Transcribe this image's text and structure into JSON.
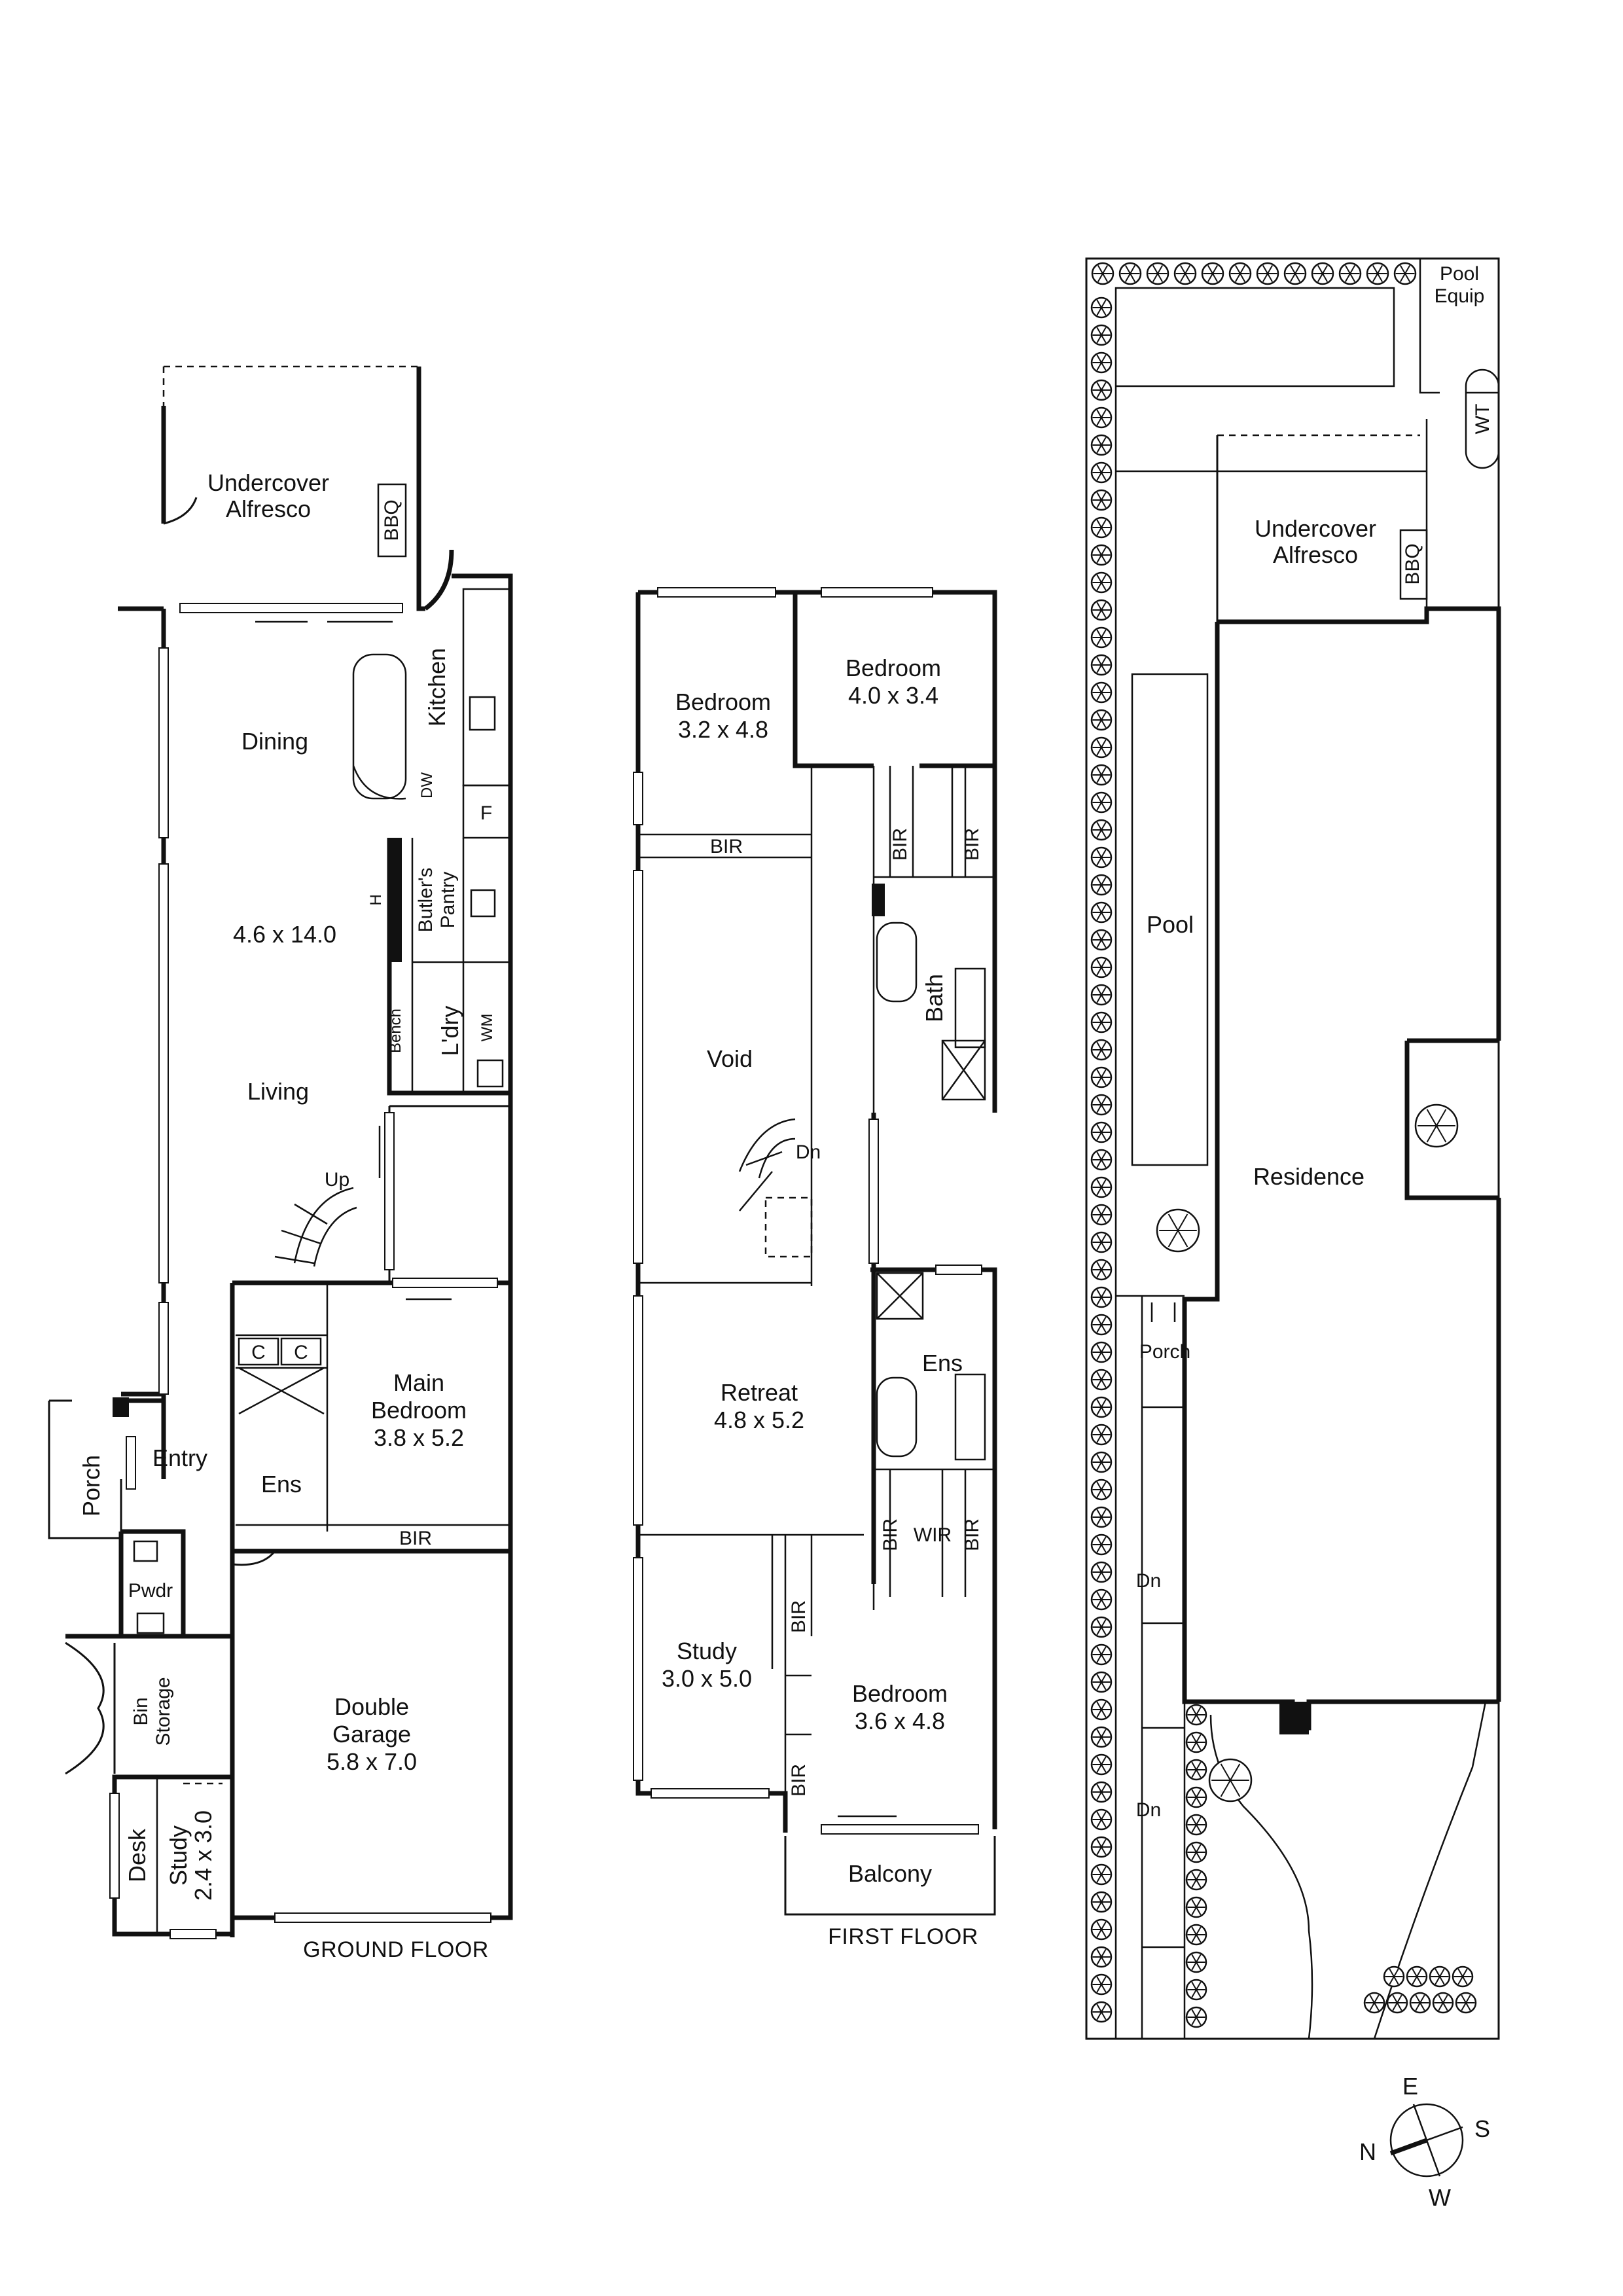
{
  "ground_floor": {
    "caption": "GROUND FLOOR",
    "rooms": {
      "undercover_alfresco": "Undercover\nAlfresco",
      "bbq": "BBQ",
      "kitchen": "Kitchen",
      "dining": "Dining",
      "dw": "DW",
      "fridge": "F",
      "butlers_pantry": "Butler's\nPantry",
      "heater": "H",
      "living_dims": "4.6 x 14.0",
      "laundry": "L'dry",
      "bench": "Bench",
      "wm": "WM",
      "living": "Living",
      "up": "Up",
      "main_bedroom": "Main\nBedroom\n3.8 x 5.2",
      "closet_c1": "C",
      "closet_c2": "C",
      "ens": "Ens",
      "bir": "BIR",
      "porch": "Porch",
      "entry": "Entry",
      "pwdr": "Pwdr",
      "bin_storage": "Bin\nStorage",
      "double_garage": "Double\nGarage\n5.8 x 7.0",
      "desk": "Desk",
      "study": "Study\n2.4 x 3.0"
    }
  },
  "first_floor": {
    "caption": "FIRST FLOOR",
    "rooms": {
      "bedroom_a": "Bedroom\n3.2 x 4.8",
      "bedroom_b": "Bedroom\n4.0 x 3.4",
      "bir_a": "BIR",
      "bir_b": "BIR",
      "bir_c": "BIR",
      "bath": "Bath",
      "void": "Void",
      "dn": "Dn",
      "retreat": "Retreat\n4.8 x 5.2",
      "ens": "Ens",
      "bir_d": "BIR",
      "wir": "WIR",
      "bir_e": "BIR",
      "study": "Study\n3.0 x 5.0",
      "bir_f": "BIR",
      "bir_g": "BIR",
      "bedroom_c": "Bedroom\n3.6 x 4.8",
      "balcony": "Balcony"
    }
  },
  "site_plan": {
    "labels": {
      "pool_equip": "Pool\nEquip",
      "wt": "WT",
      "undercover_alfresco": "Undercover\nAlfresco",
      "bbq": "BBQ",
      "pool": "Pool",
      "residence": "Residence",
      "porch": "Porch",
      "dn_1": "Dn",
      "dn_2": "Dn"
    }
  },
  "compass": {
    "n": "N",
    "e": "E",
    "s": "S",
    "w": "W"
  }
}
